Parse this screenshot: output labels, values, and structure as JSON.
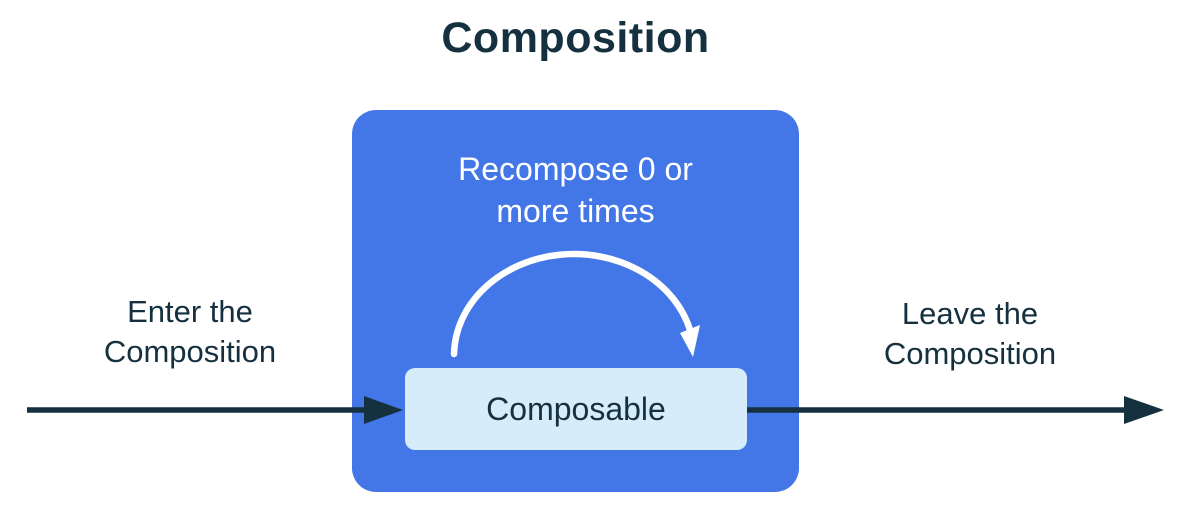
{
  "diagram": {
    "title": "Composition",
    "enter_label": "Enter the\nComposition",
    "leave_label": "Leave the\nComposition",
    "recompose_label": "Recompose 0 or\nmore times",
    "composable_label": "Composable"
  },
  "colors": {
    "background": "#ffffff",
    "container_blue": "#4377E8",
    "composable_fill": "#D6ECFB",
    "arrow_dark": "#15313F",
    "text_dark": "#15313F",
    "recompose_arc": "#ffffff"
  }
}
